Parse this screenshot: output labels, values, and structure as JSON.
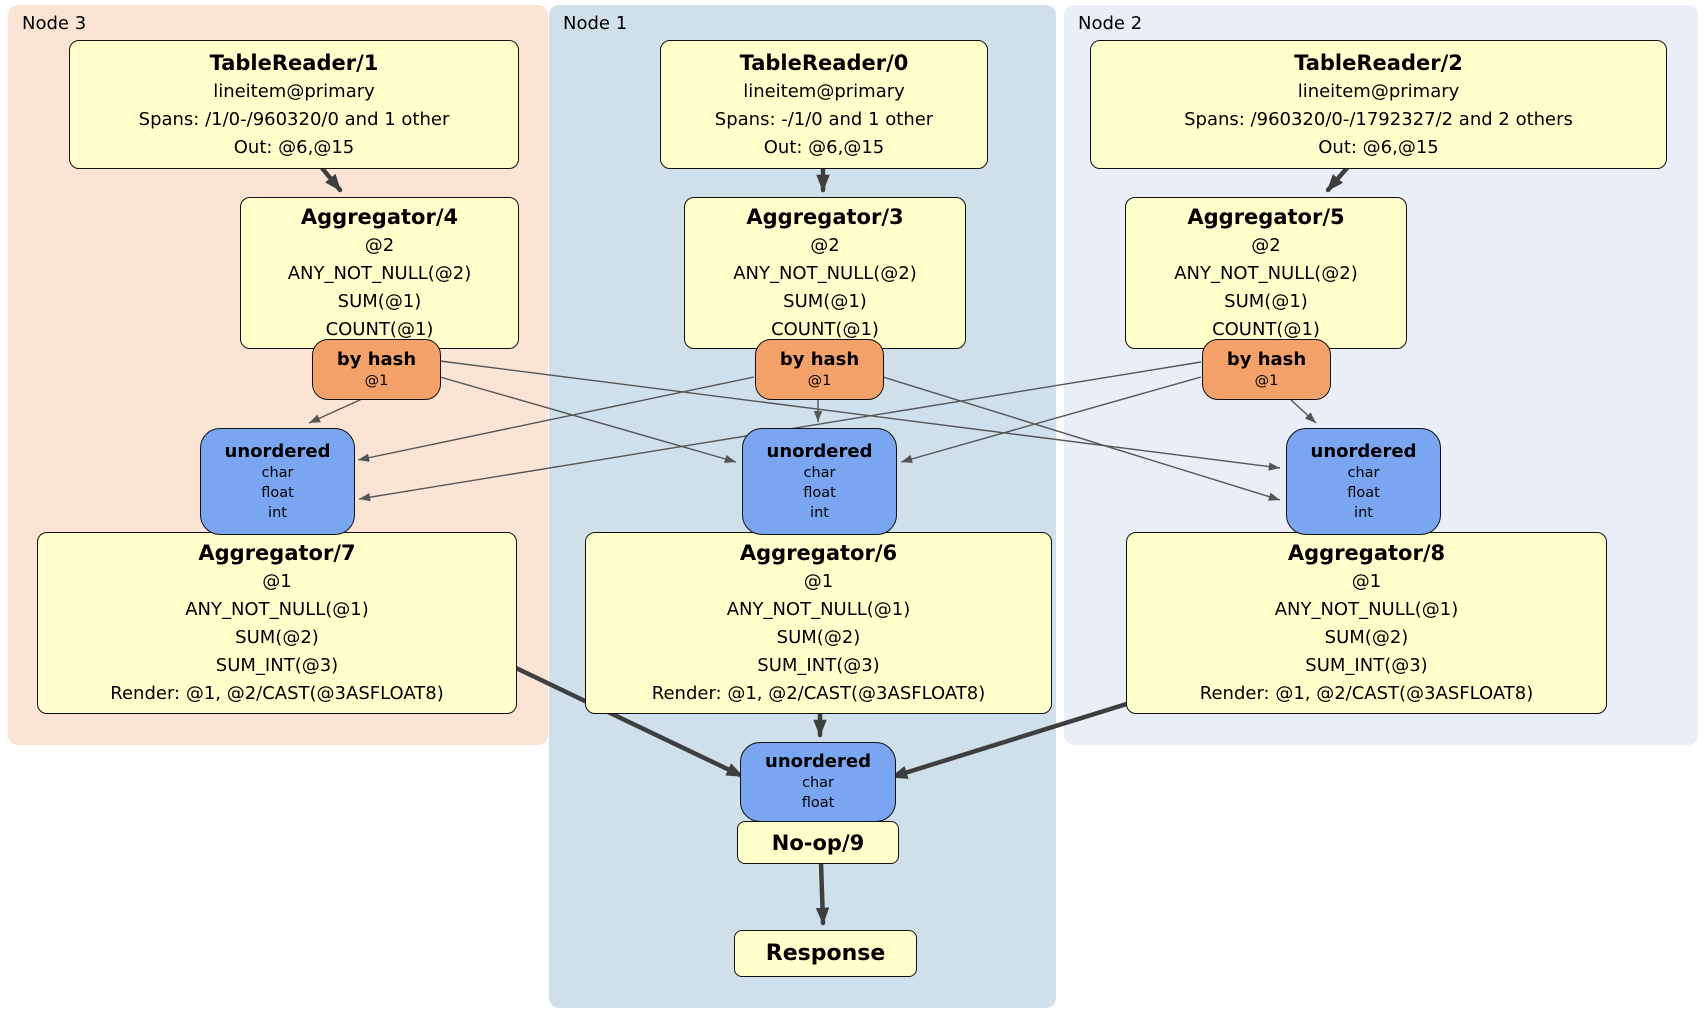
{
  "diagram": {
    "panels": [
      {
        "label": "Node 3",
        "color": "#fce4d5"
      },
      {
        "label": "Node 1",
        "color": "#d0e0ea"
      },
      {
        "label": "Node 2",
        "color": "#e9eef8"
      }
    ],
    "colors": {
      "processor_fill": "#ffffcc",
      "hash_router_fill": "#f4a269",
      "sync_fill": "#7aa5f0",
      "edge_thin": "#555555",
      "edge_thick": "#3f3f3f"
    },
    "table_readers": [
      {
        "title": "TableReader/1",
        "lines": [
          "lineitem@primary",
          "Spans: /1/0-/960320/0 and 1 other",
          "Out: @6,@15"
        ]
      },
      {
        "title": "TableReader/0",
        "lines": [
          "lineitem@primary",
          "Spans: -/1/0 and 1 other",
          "Out: @6,@15"
        ]
      },
      {
        "title": "TableReader/2",
        "lines": [
          "lineitem@primary",
          "Spans: /960320/0-/1792327/2 and 2 others",
          "Out: @6,@15"
        ]
      }
    ],
    "stage1_aggregators": [
      {
        "title": "Aggregator/4",
        "lines": [
          "@2",
          "ANY_NOT_NULL(@2)",
          "SUM(@1)",
          "COUNT(@1)"
        ]
      },
      {
        "title": "Aggregator/3",
        "lines": [
          "@2",
          "ANY_NOT_NULL(@2)",
          "SUM(@1)",
          "COUNT(@1)"
        ]
      },
      {
        "title": "Aggregator/5",
        "lines": [
          "@2",
          "ANY_NOT_NULL(@2)",
          "SUM(@1)",
          "COUNT(@1)"
        ]
      }
    ],
    "hash_routers": [
      {
        "title": "by hash",
        "sub": "@1"
      },
      {
        "title": "by hash",
        "sub": "@1"
      },
      {
        "title": "by hash",
        "sub": "@1"
      }
    ],
    "sync_unordered": [
      {
        "title": "unordered",
        "lines": [
          "char",
          "float",
          "int"
        ]
      },
      {
        "title": "unordered",
        "lines": [
          "char",
          "float",
          "int"
        ]
      },
      {
        "title": "unordered",
        "lines": [
          "char",
          "float",
          "int"
        ]
      }
    ],
    "stage2_aggregators": [
      {
        "title": "Aggregator/7",
        "lines": [
          "@1",
          "ANY_NOT_NULL(@1)",
          "SUM(@2)",
          "SUM_INT(@3)",
          "Render: @1, @2/CAST(@3ASFLOAT8)"
        ]
      },
      {
        "title": "Aggregator/6",
        "lines": [
          "@1",
          "ANY_NOT_NULL(@1)",
          "SUM(@2)",
          "SUM_INT(@3)",
          "Render: @1, @2/CAST(@3ASFLOAT8)"
        ]
      },
      {
        "title": "Aggregator/8",
        "lines": [
          "@1",
          "ANY_NOT_NULL(@1)",
          "SUM(@2)",
          "SUM_INT(@3)",
          "Render: @1, @2/CAST(@3ASFLOAT8)"
        ]
      }
    ],
    "final_sync": {
      "title": "unordered",
      "lines": [
        "char",
        "float"
      ]
    },
    "noop": {
      "title": "No-op/9"
    },
    "response": {
      "title": "Response"
    }
  }
}
